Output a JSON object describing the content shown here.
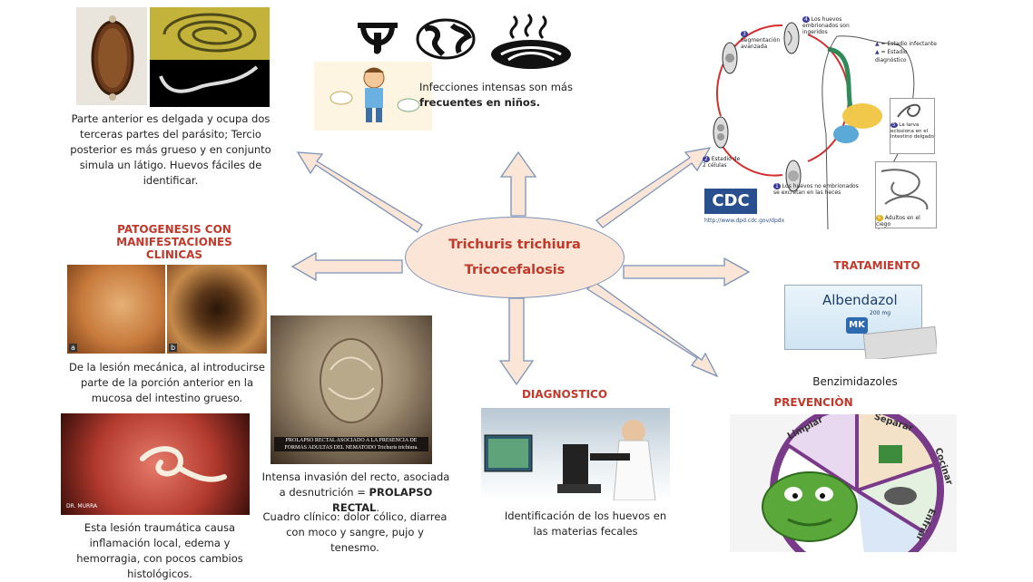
{
  "center": {
    "line1": "Trichuris trichiura",
    "line2": "Tricocefalosis"
  },
  "morphology": {
    "text": "Parte anterior es delgada y ocupa dos terceras partes del parásito; Tercio posterior es más grueso y en conjunto simula un látigo. Huevos fáciles de identificar."
  },
  "epidemiology": {
    "text_before": "Infecciones intensas son más ",
    "text_bold": "frecuentes en niños."
  },
  "pathogenesis": {
    "heading_line1": "PATOGENESIS CON",
    "heading_line2": "MANIFESTACIONES CLINICAS",
    "lesion_text": "De la lesión mecánica, al introducirse parte de la porción anterior en la mucosa del intestino grueso.",
    "trauma_text": "Esta lesión traumática causa inflamación local, edema y hemorragia, con pocos cambios histológicos.",
    "prolapse_caption": "PROLAPSO RECTAL ASOCIADO A LA PRESENCIA DE FORMAS ADULTAS DEL NEMATODO Trichuris trichiura.",
    "invasion_text_before": "Intensa invasión del recto, asociada a desnutrición = ",
    "invasion_text_bold": "PROLAPSO RECTAL",
    "invasion_text_after": ".",
    "clinical_text": "Cuadro clínico: dolor cólico, diarrea con moco y sangre, pujo y tenesmo.",
    "photo_a_label": "a",
    "photo_b_label": "b",
    "endoscopy_credit": "DR. MURRA"
  },
  "diagnosis": {
    "heading": "DIAGNOSTICO",
    "text": "Identificación de los huevos en las materias fecales"
  },
  "treatment": {
    "heading": "TRATAMIENTO",
    "drug_name": "Albendazol",
    "drug_dose": "200 mg",
    "drug_logo": "MK",
    "drug_class": "Benzimidazoles"
  },
  "prevention": {
    "heading": "PREVENCIÒN",
    "wheel_labels": [
      "Limpiar",
      "Separar",
      "Cocinar",
      "Enfriar"
    ]
  },
  "life_cycle": {
    "logo": "CDC",
    "url": "http://www.dpd.cdc.gov/dpdx",
    "stage1": "Los huevos no embrionados se excretan en las heces",
    "stage2": "Estadio de 2 células",
    "stage3": "Segmentación avanzada",
    "stage4": "Los huevos embrionados son ingeridos",
    "stage5": "La larva eclosiona en el intestino delgado",
    "stage6": "Adultos en el ciego",
    "legend_infective": "= Estadio infectante",
    "legend_diagnostic": "= Estadio diagnóstico",
    "n1": "1",
    "n2": "2",
    "n3": "3",
    "n4": "4",
    "n5": "5",
    "n6": "6"
  },
  "colors": {
    "heading_red": "#c0392b",
    "oval_fill": "#fbe5d6",
    "arrow_fill": "#fbe5d6",
    "arrow_stroke": "#7a93b8",
    "cycle_red": "#d32f2f"
  }
}
